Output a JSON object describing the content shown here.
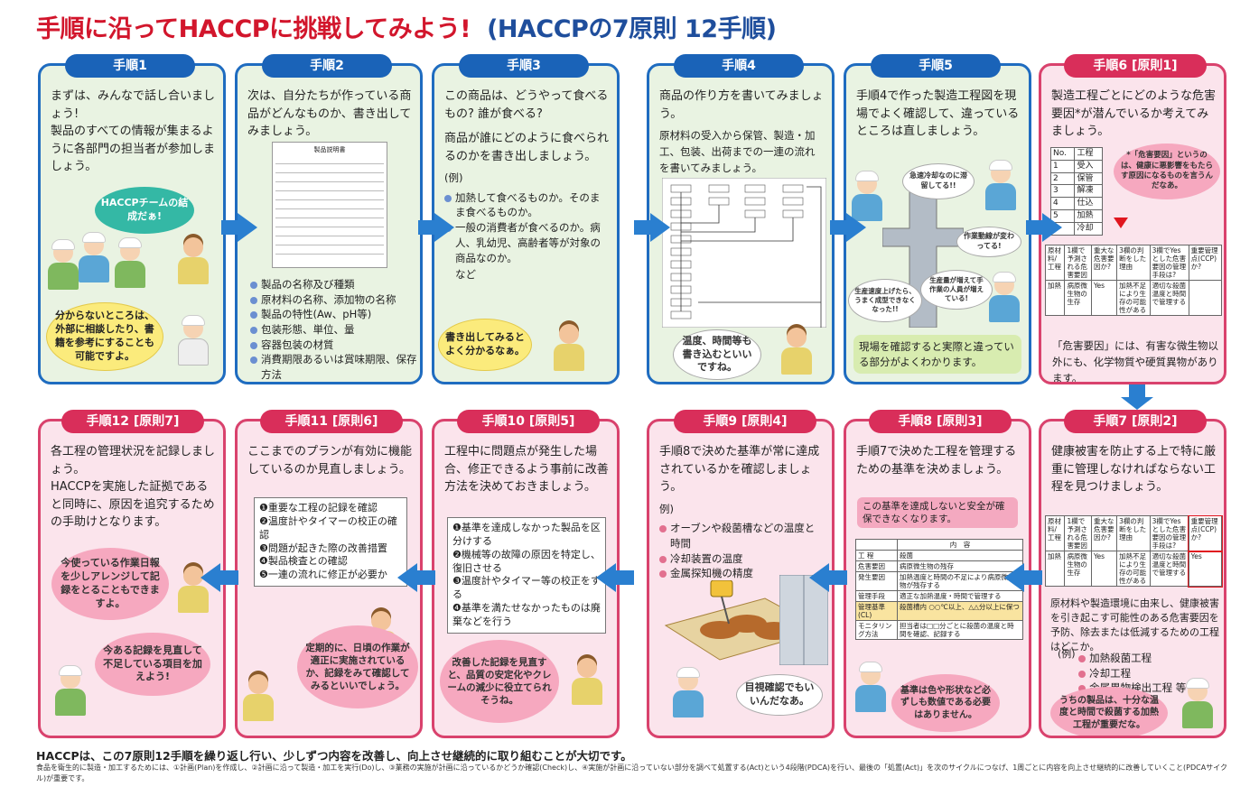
{
  "title_red": "手順に沿ってHACCPに挑戦してみよう!",
  "title_blue": "(HACCPの7原則 12手順)",
  "steps": [
    {
      "label": "手順1",
      "lead": "まずは、みんなで話し合いましょう!\n製品のすべての情報が集まるように各部門の担当者が参加しましょう。",
      "bubble1": "HACCPチームの結成だぁ!",
      "bubble2": "分からないところは、外部に相談したり、書籍を参考にすることも可能ですよ。"
    },
    {
      "label": "手順2",
      "lead": "次は、自分たちが作っている商品がどんなものか、書き出してみましょう。",
      "form_title": "製品説明書",
      "items": [
        "製品の名称及び種類",
        "原材料の名称、添加物の名称",
        "製品の特性(Aw、pH等)",
        "包装形態、単位、量",
        "容器包装の材質",
        "消費期限あるいは賞味期限、保存方法"
      ]
    },
    {
      "label": "手順3",
      "lead": "この商品は、どうやって食べるもの? 誰が食べる?",
      "lead2": "商品が誰にどのように食べられるのかを書き出しましょう。",
      "ex": "(例)",
      "items": [
        "加熱して食べるものか。そのまま食べるものか。",
        "一般の消費者が食べるのか。病人、乳幼児、高齢者等が対象の商品なのか。"
      ],
      "tail": "など",
      "bubble": "書き出してみるとよく分かるなぁ。"
    },
    {
      "label": "手順4",
      "lead": "商品の作り方を書いてみましょう。",
      "sub": "原材料の受入から保管、製造・加工、包装、出荷までの一連の流れを書いてみましょう。",
      "bubble": "温度、時間等も書き込むといいですね。"
    },
    {
      "label": "手順5",
      "lead": "手順4で作った製造工程図を現場でよく確認して、違っているところは直しましょう。",
      "b1": "急速冷却なのに滞留してる!!",
      "b2": "作業動線が変わってる!",
      "b3": "生産速度上げたら、うまく成型できなくなった!!",
      "b4": "生産量が増えて手作業の人員が増えている!",
      "footer": "現場を確認すると実際と違っている部分がよくわかります。"
    },
    {
      "label": "手順6 [原則1]",
      "lead": "製造工程ごとにどのような危害要因*が潜んでいるか考えてみましょう。",
      "table_head": [
        "No.",
        "工程"
      ],
      "table_rows": [
        [
          "1",
          "受入"
        ],
        [
          "2",
          "保管"
        ],
        [
          "3",
          "解凍"
        ],
        [
          "4",
          "仕込"
        ],
        [
          "5",
          "加熱"
        ],
        [
          "6",
          "冷却"
        ]
      ],
      "bubble": "*「危害要因」というのは、健康に悪影響をもたらす原因になるものを言うんだなあ。",
      "grid_head": [
        "原材料/工程",
        "1欄で予測される危害要因",
        "重大な危害要因か?",
        "3欄の判断をした理由",
        "3欄でYesとした危害要因の管理手段は?",
        "重要管理点(CCP)か?"
      ],
      "grid_row": [
        "加熱",
        "病原微生物の生存",
        "Yes",
        "加熱不足により生存の可能性がある",
        "適切な殺菌温度と時間で管理する",
        ""
      ],
      "footer": "「危害要因」には、有害な微生物以外にも、化学物質や硬質異物があります。"
    },
    {
      "label": "手順7 [原則2]",
      "lead": "健康被害を防止する上で特に厳重に管理しなければならない工程を見つけましょう。",
      "grid_row": [
        "加熱",
        "病原微生物の生存",
        "Yes",
        "加熱不足により生存の可能性がある",
        "適切な殺菌温度と時間で管理する",
        "Yes"
      ],
      "sub": "原材料や製造環境に由来し、健康被害を引き起こす可能性のある危害要因を予防、除去または低減するための工程はどこか。",
      "ex": "(例)",
      "items": [
        "加熱殺菌工程",
        "冷却工程",
        "金属異物検出工程 等"
      ],
      "bubble": "うちの製品は、十分な温度と時間で殺菌する加熱工程が重要だな。"
    },
    {
      "label": "手順8 [原則3]",
      "lead": "手順7で決めた工程を管理するための基準を決めましょう。",
      "note": "この基準を達成しないと安全が確保できなくなります。",
      "tbl_head": "内　容",
      "tbl": [
        [
          "工 程",
          "殺菌"
        ],
        [
          "危害要因",
          "病原微生物の残存"
        ],
        [
          "発生要因",
          "加熱温度と時間の不足により病原微生物が残存する"
        ],
        [
          "管理手段",
          "適正な加熱温度・時間で管理する"
        ],
        [
          "管理基準(CL)",
          "殺菌槽内 ○○℃以上、△△分以上に保つ"
        ],
        [
          "モニタリング方法",
          "担当者は□□分ごとに殺菌の温度と時間を確認、記録する"
        ]
      ],
      "bubble": "基準は色や形状など必ずしも数値である必要はありません。"
    },
    {
      "label": "手順9 [原則4]",
      "lead": "手順8で決めた基準が常に達成されているかを確認しましょう。",
      "ex": "例)",
      "items": [
        "オーブンや殺菌槽などの温度と時間",
        "冷却装置の温度",
        "金属探知機の精度"
      ],
      "bubble": "目視確認でもいいんだなあ。"
    },
    {
      "label": "手順10 [原則5]",
      "lead": "工程中に問題点が発生した場合、修正できるよう事前に改善方法を決めておきましょう。",
      "items": [
        "❶基準を達成しなかった製品を区分けする",
        "❷機械等の故障の原因を特定し、復旧させる",
        "❸温度計やタイマー等の校正をする",
        "❹基準を満たせなかったものは廃棄などを行う"
      ],
      "bubble": "改善した記録を見直すと、品質の安定化やクレームの減少に役立てられそうね。"
    },
    {
      "label": "手順11 [原則6]",
      "lead": "ここまでのプランが有効に機能しているのか見直しましょう。",
      "items": [
        "❶重要な工程の記録を確認",
        "❷温度計やタイマーの校正の確認",
        "❸問題が起きた際の改善措置",
        "❹製品検査との確認",
        "❺一連の流れに修正が必要か"
      ],
      "bubble": "定期的に、日頃の作業が適正に実施されているか、記録をみて確認してみるといいでしょう。"
    },
    {
      "label": "手順12 [原則7]",
      "lead": "各工程の管理状況を記録しましょう。\nHACCPを実施した証拠であると同時に、原因を追究するための手助けとなります。",
      "bubble1": "今使っている作業日報を少しアレンジして記録をとることもできますよ。",
      "bubble2": "今ある記録を見直して不足している項目を加えよう!"
    }
  ],
  "footer1": "HACCPは、この7原則12手順を繰り返し行い、少しずつ内容を改善し、向上させ継続的に取り組むことが大切です。",
  "footer2": "食品を衛生的に製造・加工するためには、①計画(Plan)を作成し、②計画に沿って製造・加工を実行(Do)し、③業務の実施が計画に沿っているかどうか確認(Check)し、④実施が計画に沿っていない部分を調べて処置する(Act)という4段階(PDCA)を行い、最後の「処置(Act)」を次のサイクルにつなげ、1周ごとに内容を向上させ継続的に改善していくこと(PDCAサイクル)が重要です。"
}
